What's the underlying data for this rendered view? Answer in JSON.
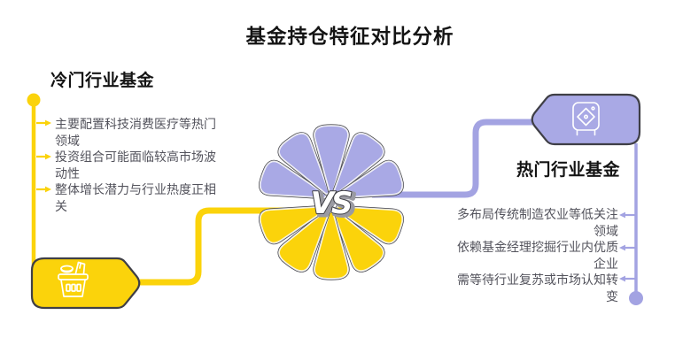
{
  "title": "基金持仓特征对比分析",
  "center": {
    "vs_label": "VS"
  },
  "left": {
    "heading": "冷门行业基金",
    "bullets": [
      "主要配置科技消费医疗等热门领域",
      "投资组合可能面临较高市场波动性",
      "整体增长潜力与行业热度正相关"
    ],
    "badge_icon": "shopping-basket-icon"
  },
  "right": {
    "heading": "热门行业基金",
    "bullets": [
      "多布局传统制造农业等低关注领域",
      "依赖基金经理挖掘行业内优质企业",
      "需等待行业复苏或市场认知转变"
    ],
    "badge_icon": "safe-vault-icon"
  },
  "colors": {
    "yellow": "#FBD30B",
    "purple": "#A9A9E5",
    "purple_line": "#A3A3E2",
    "outline": "#3F3F46",
    "icon_stroke": "#FFFFFF",
    "body_text": "#53535C",
    "heading_text": "#141414",
    "vs_fill": "#FFFFFF",
    "vs_shadow": "#9A9AA2"
  }
}
